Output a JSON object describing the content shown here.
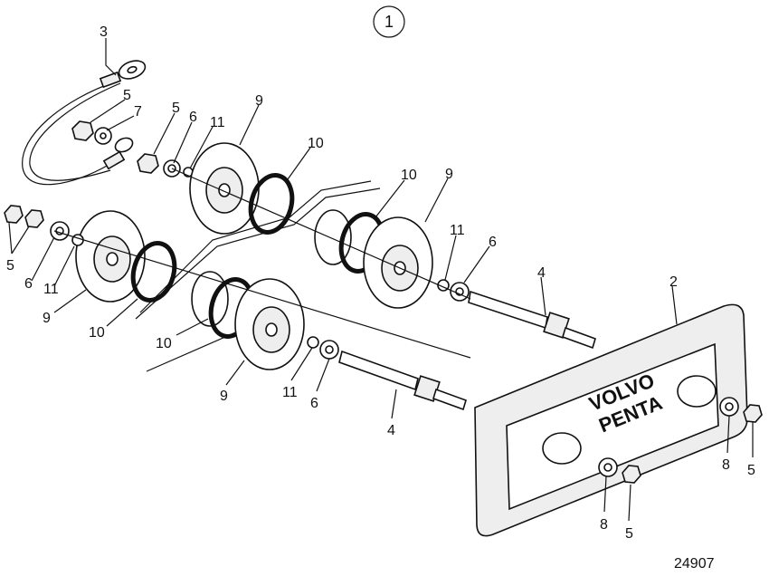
{
  "drawing": {
    "view_number": "1",
    "drawing_number": "24907",
    "brand_plate_text": [
      "VOLVO",
      "PENTA"
    ]
  },
  "callouts": [
    {
      "id": "c1",
      "text": "3"
    },
    {
      "id": "c2",
      "text": "5"
    },
    {
      "id": "c3",
      "text": "7"
    },
    {
      "id": "c4",
      "text": "5"
    },
    {
      "id": "c5",
      "text": "6"
    },
    {
      "id": "c6",
      "text": "11"
    },
    {
      "id": "c7",
      "text": "9"
    },
    {
      "id": "c8",
      "text": "10"
    },
    {
      "id": "c9",
      "text": "10"
    },
    {
      "id": "c10",
      "text": "9"
    },
    {
      "id": "c11",
      "text": "11"
    },
    {
      "id": "c12",
      "text": "6"
    },
    {
      "id": "c13",
      "text": "4"
    },
    {
      "id": "c14",
      "text": "2"
    },
    {
      "id": "c15",
      "text": "5"
    },
    {
      "id": "c16",
      "text": "6"
    },
    {
      "id": "c17",
      "text": "11"
    },
    {
      "id": "c18",
      "text": "9"
    },
    {
      "id": "c19",
      "text": "10"
    },
    {
      "id": "c20",
      "text": "10"
    },
    {
      "id": "c21",
      "text": "9"
    },
    {
      "id": "c22",
      "text": "11"
    },
    {
      "id": "c23",
      "text": "6"
    },
    {
      "id": "c24",
      "text": "4"
    },
    {
      "id": "c25",
      "text": "8"
    },
    {
      "id": "c26",
      "text": "5"
    },
    {
      "id": "c27",
      "text": "8"
    },
    {
      "id": "c28",
      "text": "5"
    }
  ]
}
